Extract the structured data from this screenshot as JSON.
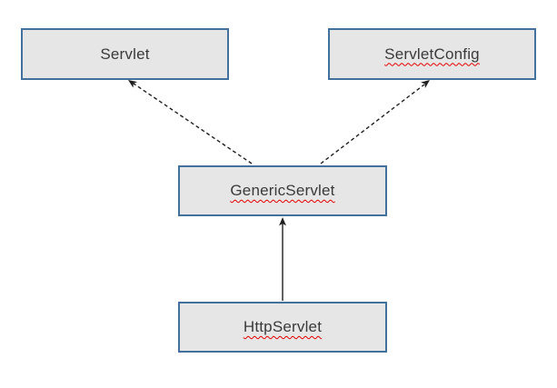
{
  "diagram": {
    "nodes": [
      {
        "id": "servlet",
        "label": "Servlet",
        "misspelled": false
      },
      {
        "id": "servletconfig",
        "label": "ServletConfig",
        "misspelled": true
      },
      {
        "id": "genericservlet",
        "label": "GenericServlet",
        "misspelled": true
      },
      {
        "id": "httpservlet",
        "label": "HttpServlet",
        "misspelled": true
      }
    ],
    "edges": [
      {
        "from": "genericservlet",
        "to": "servlet",
        "line_style": "dashed",
        "arrow_at": "to"
      },
      {
        "from": "genericservlet",
        "to": "servletconfig",
        "line_style": "dashed",
        "arrow_at": "to"
      },
      {
        "from": "httpservlet",
        "to": "genericservlet",
        "line_style": "solid",
        "arrow_at": "to"
      }
    ],
    "colors": {
      "background": "#ffffff",
      "node_fill": "#e7e6e6",
      "node_border": "#41719c",
      "node_text": "#3a3a3a",
      "connector": "#1f1f1f",
      "spellcheck_underline": "#e60000"
    }
  }
}
